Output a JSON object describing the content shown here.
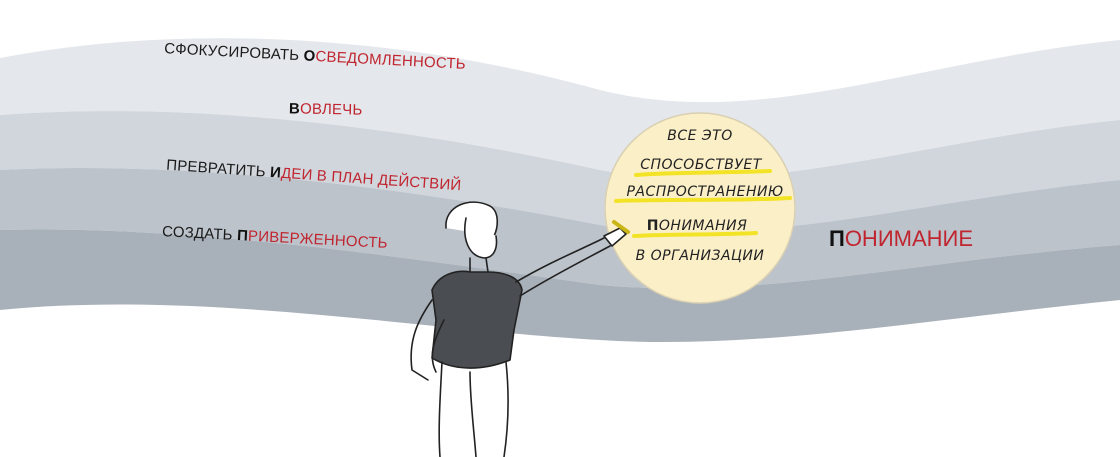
{
  "bands": [
    {
      "key": "О",
      "prefix": "СФОКУСИРОВАТЬ ",
      "rest": "СВЕДОМЛЕННОСТЬ"
    },
    {
      "key": "В",
      "prefix": "",
      "rest": "ОВЛЕЧЬ"
    },
    {
      "key": "И",
      "prefix": "ПРЕВРАТИТЬ ",
      "rest": "ДЕИ В ПЛАН ДЕЙСТВИЙ"
    },
    {
      "key": "П",
      "prefix": "СОЗДАТЬ ",
      "rest": "РИВЕРЖЕННОСТЬ"
    }
  ],
  "bubble": {
    "lines": [
      "ВСЕ ЭТО",
      "СПОСОБСТВУЕТ",
      "РАСПРОСТРАНЕНИЮ",
      "ОНИМАНИЯ",
      "В ОРГАНИЗАЦИИ"
    ],
    "key_letter": "П"
  },
  "result": {
    "key": "П",
    "rest": "ОНИМАНИЕ"
  },
  "colors": {
    "band_top": "#e3e6ea",
    "band_2": "#d2d7dd",
    "band_3": "#bcc3cb",
    "band_4": "#a9b1ba",
    "accent_red": "#c0252f",
    "bubble_fill": "#fbefc8",
    "highlight_yellow": "#f3e327"
  },
  "figure": {
    "description_icon": "woman-pointing-icon"
  }
}
